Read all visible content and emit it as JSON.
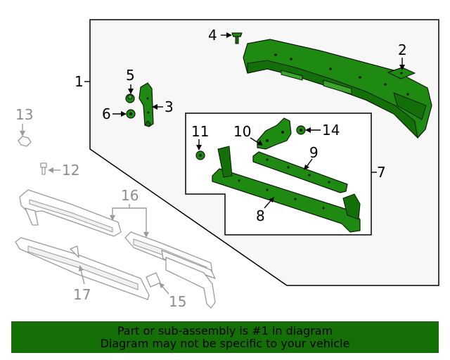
{
  "callouts": {
    "c1": "1",
    "c2": "2",
    "c3": "3",
    "c4": "4",
    "c5": "5",
    "c6": "6",
    "c7": "7",
    "c8": "8",
    "c9": "9",
    "c10": "10",
    "c11": "11",
    "c12": "12",
    "c13": "13",
    "c14": "14",
    "c15": "15",
    "c16": "16",
    "c17": "17"
  },
  "banner": {
    "line1": "Part or sub-assembly is #1 in diagram",
    "line2": "Diagram may not be specific to your vehicle"
  },
  "colors": {
    "highlight_part": "#1f8a12",
    "banner_bg": "#146f06",
    "panel_bg": "#f7f7f7",
    "other_parts": "#9a9a9a"
  }
}
